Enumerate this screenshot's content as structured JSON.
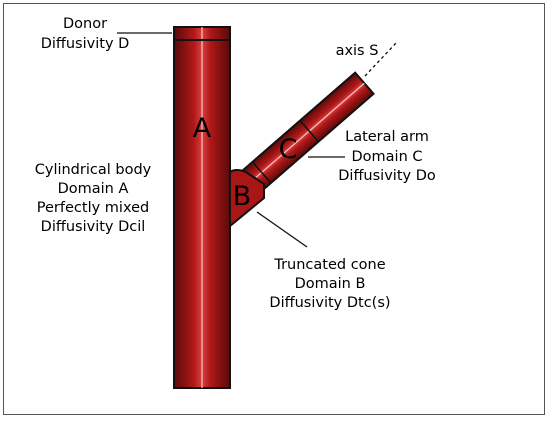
{
  "labels": {
    "donor": [
      "Donor",
      "Diffusivity D"
    ],
    "axis": "axis S",
    "cylinder": [
      "Cylindrical body",
      "Domain A",
      "Perfectly mixed",
      "Diffusivity Dcil"
    ],
    "lateral": [
      "Lateral arm",
      "Domain C",
      "Diffusivity Do"
    ],
    "cone": [
      "Truncated cone",
      "Domain B",
      "Diffusivity Dtc(s)"
    ]
  },
  "letters": {
    "a": "A",
    "b": "B",
    "c": "C"
  },
  "colors": {
    "tube_dark": "#5a0a0a",
    "tube_mid": "#b01818",
    "tube_light": "#d84040",
    "outline": "#111111"
  }
}
